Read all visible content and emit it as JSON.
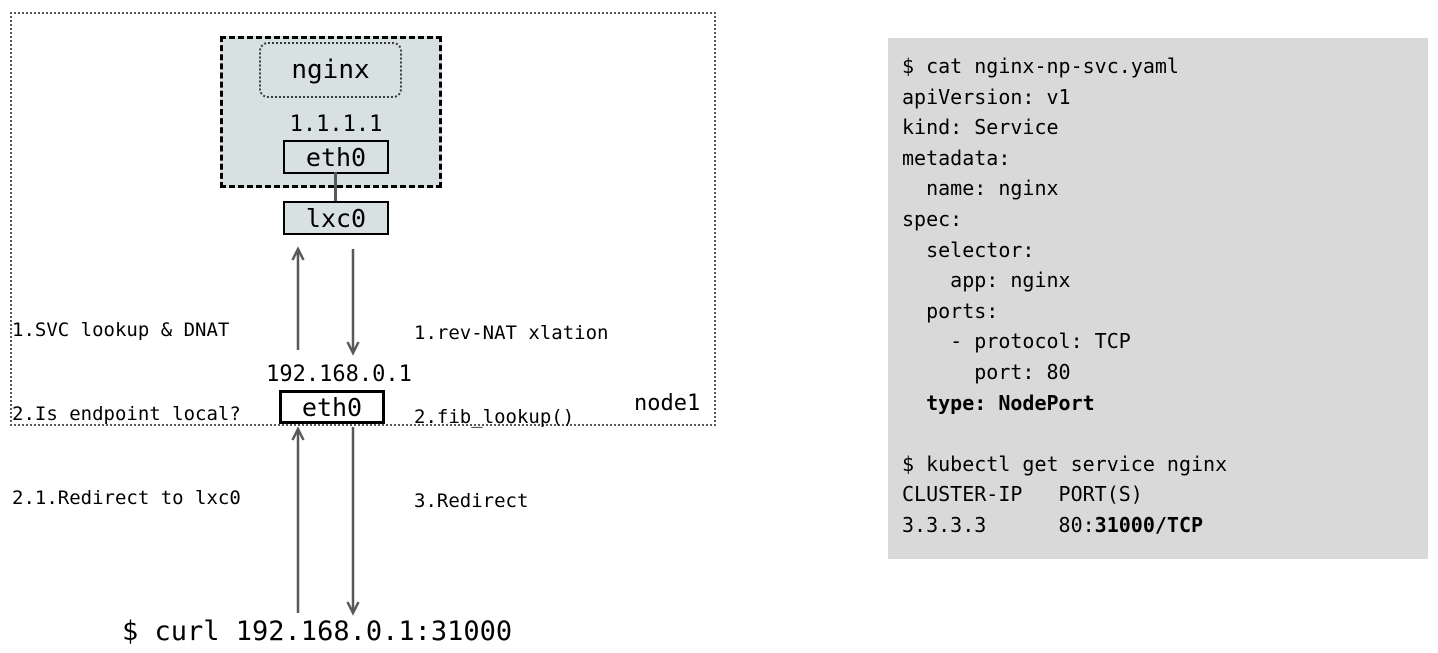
{
  "diagram": {
    "node_label": "node1",
    "pod": {
      "container_label": "nginx",
      "ip": "1.1.1.1",
      "interface_label": "eth0"
    },
    "lxc_label": "lxc0",
    "node_ip": "192.168.0.1",
    "node_interface_label": "eth0",
    "curl_command": "$ curl 192.168.0.1:31000",
    "annotations_left": [
      "1.SVC lookup & DNAT",
      "2.Is endpoint local?",
      "2.1.Redirect to lxc0"
    ],
    "annotations_right": [
      "1.rev-NAT xlation",
      "2.fib_lookup()",
      "3.Redirect"
    ]
  },
  "terminal": {
    "lines": [
      {
        "pre": "$ cat nginx-np-svc.yaml"
      },
      {
        "pre": "apiVersion: v1"
      },
      {
        "pre": "kind: Service"
      },
      {
        "pre": "metadata:"
      },
      {
        "pre": "  name: nginx"
      },
      {
        "pre": "spec:"
      },
      {
        "pre": "  selector:"
      },
      {
        "pre": "    app: nginx"
      },
      {
        "pre": "  ports:"
      },
      {
        "pre": "    - protocol: TCP"
      },
      {
        "pre": "      port: 80"
      },
      {
        "pre": "  ",
        "bold": "type: NodePort"
      },
      {
        "pre": ""
      },
      {
        "pre": "$ kubectl get service nginx"
      },
      {
        "pre": "CLUSTER-IP   PORT(S)"
      },
      {
        "pre": "3.3.3.3      80:",
        "bold": "31000/TCP"
      }
    ]
  },
  "colors": {
    "pod_fill": "#d7e1e2",
    "terminal_bg": "#d9d9d9",
    "arrow": "#595959",
    "border": "#000000",
    "dotted_boundary": "#595959"
  }
}
